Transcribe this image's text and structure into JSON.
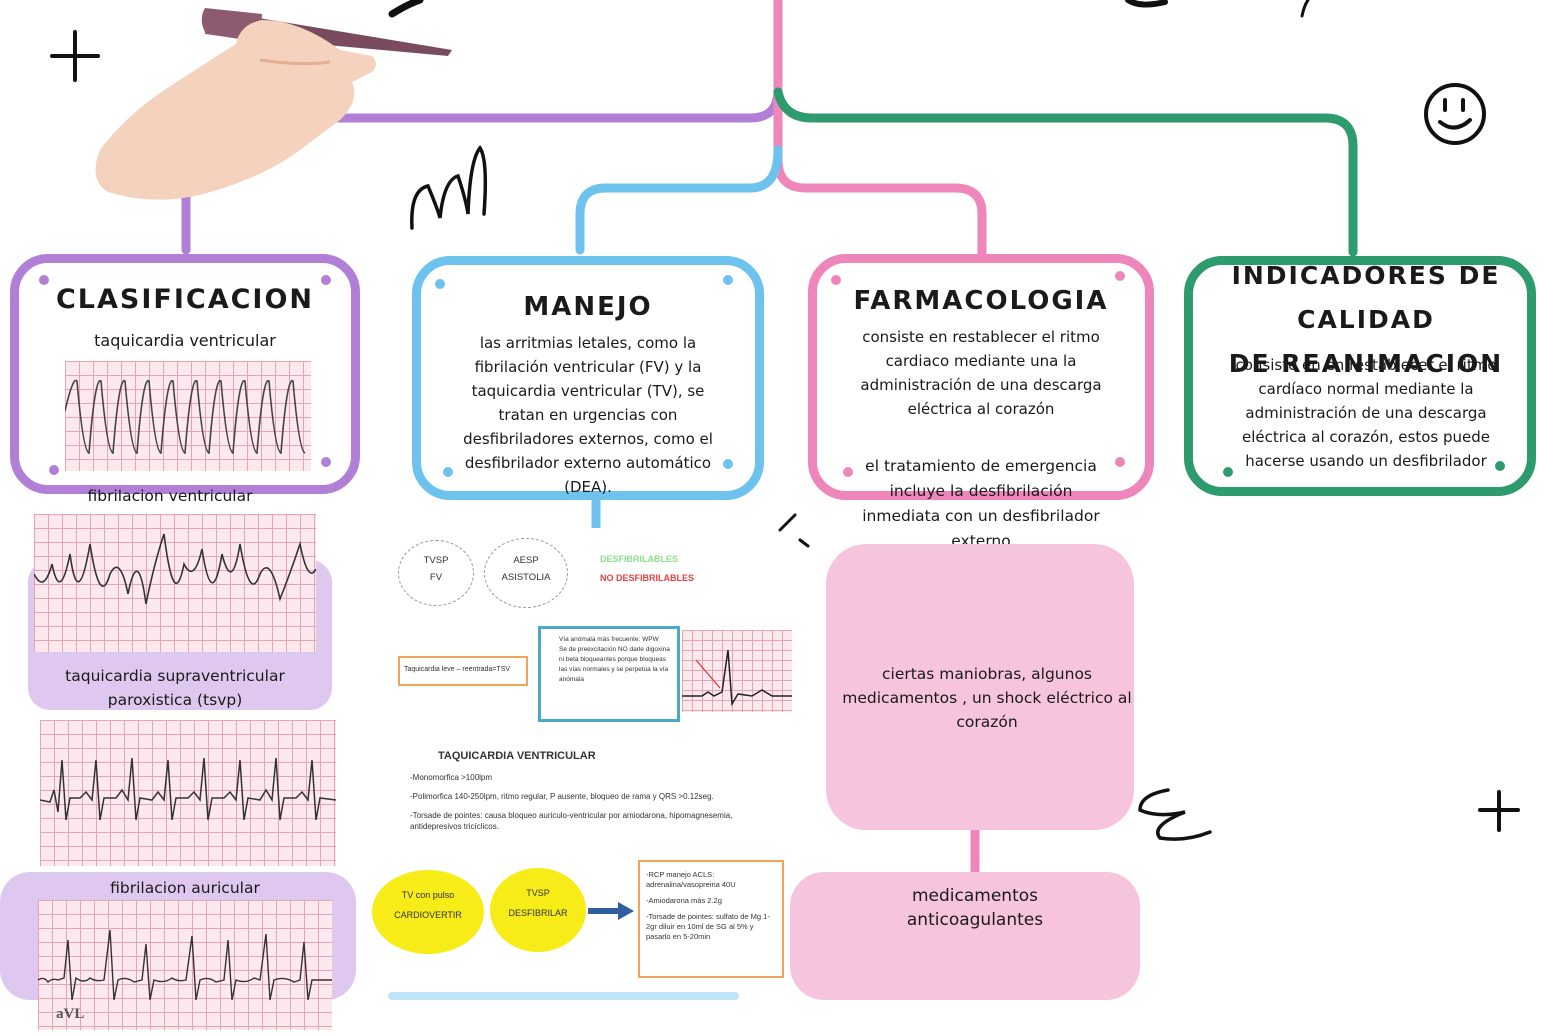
{
  "colors": {
    "purple": "#b27fd6",
    "blue": "#6ec3ee",
    "pink": "#ee86bb",
    "green": "#2e9b6e",
    "panel_purple": "#dfc8f0",
    "panel_pink": "#f7c4dd"
  },
  "clasificacion": {
    "title": "CLASIFICACION",
    "subtitle": "taquicardia ventricular"
  },
  "ecg_labels": {
    "fibrilacion_ventricular": "fibrilacion ventricular",
    "tsvp": "taquicardia supraventricular paroxistica (tsvp)",
    "fibrilacion_auricular": "fibrilacion auricular",
    "avl": "aVL"
  },
  "manejo": {
    "title": "MANEJO",
    "body": "las arritmias letales, como la fibrilación ventricular (FV) y la taquicardia ventricular (TV), se tratan en urgencias con desfibriladores externos, como el desfibrilador externo automático (DEA)."
  },
  "farmacologia": {
    "title": "FARMACOLOGIA",
    "body": "consiste en restablecer el ritmo cardiaco mediante una la administración de una descarga eléctrica al corazón",
    "note": "el tratamiento de emergencia incluye la desfibrilación inmediata con un desfibrilador externo"
  },
  "indicadores": {
    "title_line1": "INDICADORES DE CALIDAD",
    "title_line2": "DE REANIMACION",
    "body": "consiste en en restablecer el ritmo cardíaco normal mediante la administración de una descarga eléctrica al corazón, estos puede hacerse usando un desfibrilador"
  },
  "pink_panels": {
    "maniobras": "ciertas maniobras, algunos medicamentos , un shock eléctrico al corazón",
    "medicamentos": "medicamentos anticoagulantes"
  },
  "slide": {
    "oval1": [
      "TVSP",
      "FV"
    ],
    "oval2": [
      "AESP",
      "ASISTOLIA"
    ],
    "legend_desf": "DESFIBRILABLES",
    "legend_no_desf": "NO DESFIBRILABLES",
    "orange_box": "Taquicardia leve – reentrada=TSV",
    "blue_box": [
      "Vía anómala más frecuente: WPW",
      "Se de preexcitación NO darle digoxina ni beta bloqueantes porque bloqueas las vías normales y se perpetúa la vía anómala"
    ],
    "tv_heading": "TAQUICARDIA VENTRICULAR",
    "tv_lines": [
      "-Monomorfica >100lpm",
      "-Polimorfica 140-250lpm, ritmo regular, P ausente, bloqueo de rama y QRS >0.12seg.",
      "-Torsade de pointes: causa bloqueo auriculo-ventricular por amiodarona, hipomagnesemia, antidepresivos tricíclicos."
    ],
    "yellow1": [
      "TV con pulso",
      "CARDIOVERTIR"
    ],
    "yellow2": [
      "TVSP",
      "DESFIBRILAR"
    ],
    "right_box": [
      "-RCP manejo ACLS: adrenalina/vasopreina 40U",
      "-Amiodarona más 2.2g",
      "-Torsade de pointes: sulfato de Mg 1-2gr diluir en 10ml de SG al 5% y pasarlo en 5-20min"
    ]
  }
}
